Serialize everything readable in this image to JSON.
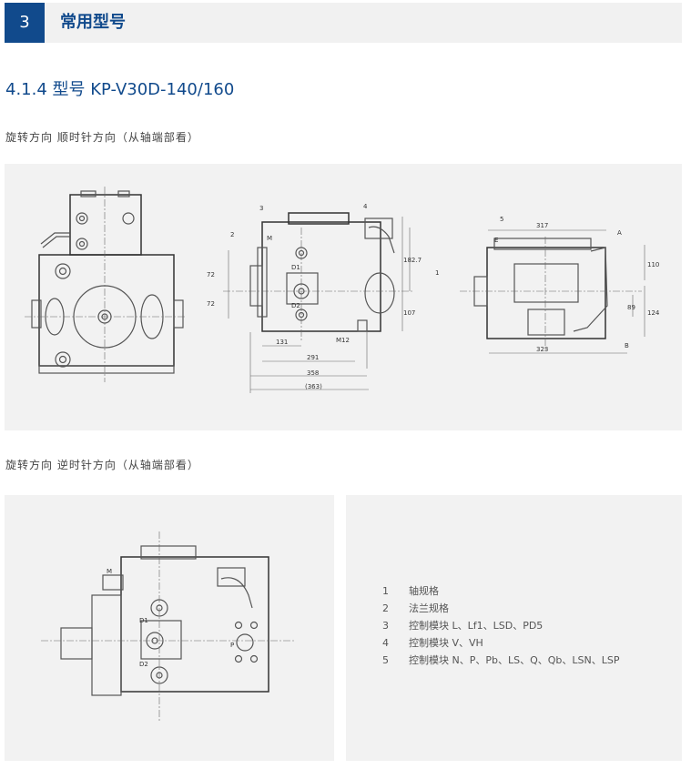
{
  "section": {
    "number": "3",
    "title": "常用型号"
  },
  "model_title": "4.1.4 型号 KP-V30D-140/160",
  "captions": {
    "clockwise": "旋转方向 顺时针方向（从轴端部看）",
    "counterclockwise": "旋转方向 逆时针方向（从轴端部看）"
  },
  "drawing_labels": {
    "callouts": [
      "1",
      "2",
      "3",
      "4",
      "5"
    ],
    "ports": [
      "D1",
      "D2",
      "M",
      "M12",
      "A",
      "B",
      "E",
      "P"
    ],
    "dimensions": [
      "72",
      "72",
      "182.7",
      "107",
      "131",
      "291",
      "358",
      "(363)",
      "317",
      "110",
      "89",
      "124",
      "323"
    ]
  },
  "legend": [
    {
      "num": "1",
      "text": "轴规格"
    },
    {
      "num": "2",
      "text": "法兰规格"
    },
    {
      "num": "3",
      "text": "控制模块 L、Lf1、LSD、PD5"
    },
    {
      "num": "4",
      "text": "控制模块 V、VH"
    },
    {
      "num": "5",
      "text": "控制模块 N、P、Pb、LS、Q、Qb、LSN、LSP"
    }
  ]
}
